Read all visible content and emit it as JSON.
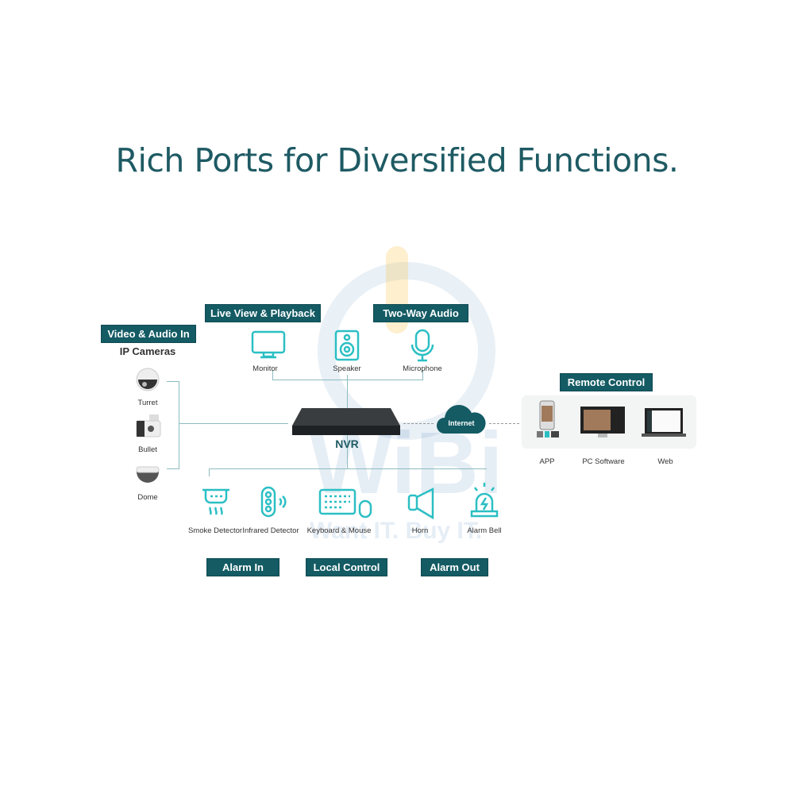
{
  "title": "Rich Ports for Diversified Functions.",
  "tags": {
    "video_audio_in": "Video & Audio In",
    "live_view": "Live View & Playback",
    "two_way_audio": "Two-Way Audio",
    "remote_control": "Remote Control",
    "alarm_in": "Alarm In",
    "local_control": "Local Control",
    "alarm_out": "Alarm Out"
  },
  "cameras": {
    "heading": "IP Cameras",
    "items": [
      "Turret",
      "Bullet",
      "Dome"
    ]
  },
  "outputs": [
    "Monitor",
    "Speaker",
    "Microphone"
  ],
  "nvr": "NVR",
  "internet": "Internet",
  "remote": [
    "APP",
    "PC Software",
    "Web"
  ],
  "alarm_in_items": [
    "Smoke Detector",
    "Infrared Detector"
  ],
  "local_items": [
    "Keyboard & Mouse"
  ],
  "alarm_out_items": [
    "Horn",
    "Alarm Bell"
  ],
  "watermark": {
    "logo": "WiBi",
    "slogan": "Want IT. Buy IT."
  },
  "colors": {
    "tag": "#145b64",
    "icon": "#2bbfc4",
    "title": "#1e5a63"
  }
}
